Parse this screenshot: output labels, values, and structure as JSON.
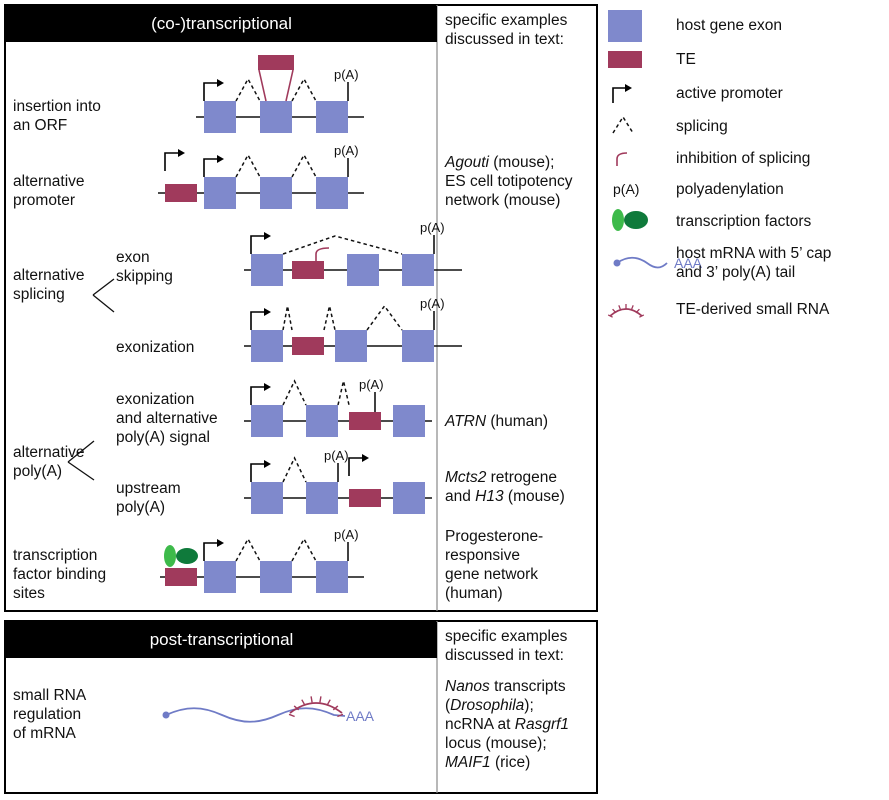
{
  "colors": {
    "exon": "#7f89cc",
    "te": "#a03a5c",
    "tf_light": "#3dba4a",
    "tf_dark": "#0f7a3b",
    "mrna": "#6f7bc6",
    "black": "#000000"
  },
  "cotranscriptional": {
    "header": "(co-)transcriptional",
    "examples_header": [
      "specific examples",
      "discussed in text:"
    ],
    "rows": {
      "insertion": {
        "label": [
          "insertion into",
          "an ORF"
        ]
      },
      "alt_promoter": {
        "label": [
          "alternative",
          "promoter"
        ],
        "example": [
          "Agouti",
          " (mouse);",
          "ES cell totipotency",
          "network (mouse)"
        ]
      },
      "alt_splicing": {
        "label": [
          "alternative",
          "splicing"
        ],
        "exon_skipping": [
          "exon",
          "skipping"
        ],
        "exonization": "exonization"
      },
      "alt_polya": {
        "label": [
          "alternative",
          "poly(A)"
        ],
        "exonization_alt": [
          "exonization",
          "and alternative",
          "poly(A) signal"
        ],
        "upstream": [
          "upstream",
          "poly(A)"
        ],
        "example_atrn": [
          "ATRN",
          " (human)"
        ],
        "example_mcts2": [
          "Mcts2",
          " retrogene",
          "and ",
          "H13",
          " (mouse)"
        ]
      },
      "tfbs": {
        "label": [
          "transcription",
          "factor binding",
          "sites"
        ],
        "example": [
          "Progesterone-",
          "responsive",
          "gene network",
          "(human)"
        ]
      }
    },
    "polya_label": "p(A)"
  },
  "posttranscriptional": {
    "header": "post-transcriptional",
    "examples_header": [
      "specific examples",
      "discussed in text:"
    ],
    "label": [
      "small RNA",
      "regulation",
      "of mRNA"
    ],
    "aaa": "AAA",
    "example": {
      "l1": [
        "Nanos",
        " transcripts"
      ],
      "l2": [
        "(",
        "Drosophila",
        ");"
      ],
      "l3": [
        "ncRNA at ",
        "Rasgrf1"
      ],
      "l4": "locus (mouse);",
      "l5": [
        "MAIF1",
        " (rice)"
      ]
    }
  },
  "legend": {
    "exon": "host gene exon",
    "te": "TE",
    "promoter": "active promoter",
    "splicing": "splicing",
    "inhibition": "inhibition of splicing",
    "polya_symbol": "p(A)",
    "polya": "polyadenylation",
    "tf": "transcription factors",
    "mrna": [
      "host mRNA with 5’ cap",
      "and 3’ poly(A) tail"
    ],
    "mrna_aaa": "AAA",
    "smallrna": "TE-derived small RNA"
  }
}
